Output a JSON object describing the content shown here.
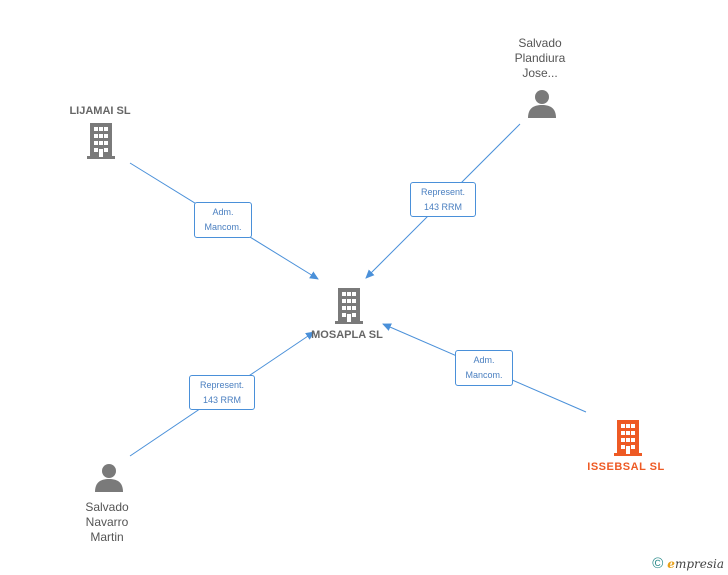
{
  "nodes": {
    "lijamai": {
      "name": "LIJAMAI SL",
      "kind": "company",
      "color": "#7a7a7a"
    },
    "plandiura": {
      "name_lines": [
        "Salvado",
        "Plandiura",
        "Jose..."
      ],
      "kind": "person",
      "color": "#7a7a7a"
    },
    "mosapla": {
      "name": "MOSAPLA SL",
      "kind": "company",
      "color": "#7a7a7a"
    },
    "navarro": {
      "name_lines": [
        "Salvado",
        "Navarro",
        "Martin"
      ],
      "kind": "person",
      "color": "#7a7a7a"
    },
    "issebsal": {
      "name": "ISSEBSAL SL",
      "kind": "company",
      "color": "#ee5a24"
    }
  },
  "edges": [
    {
      "from": "lijamai",
      "to": "mosapla",
      "label": [
        "Adm.",
        "Mancom."
      ]
    },
    {
      "from": "plandiura",
      "to": "mosapla",
      "label": [
        "Represent.",
        "143 RRM"
      ]
    },
    {
      "from": "navarro",
      "to": "mosapla",
      "label": [
        "Represent.",
        "143 RRM"
      ]
    },
    {
      "from": "issebsal",
      "to": "mosapla",
      "label": [
        "Adm.",
        "Mancom."
      ]
    }
  ],
  "edge_color": "#4a90d9",
  "footer": {
    "copyright": "©",
    "brand_initial": "e",
    "brand_rest": "mpresia"
  }
}
